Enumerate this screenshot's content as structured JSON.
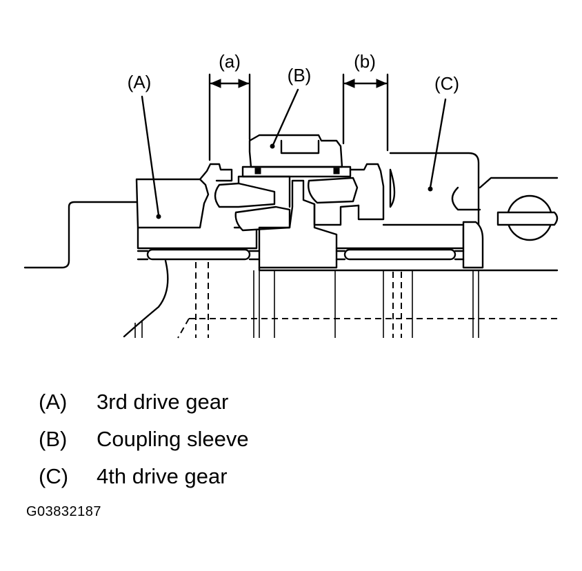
{
  "diagram": {
    "labels": {
      "a": "(a)",
      "b": "(b)",
      "A": "(A)",
      "B": "(B)",
      "C": "(C)"
    }
  },
  "legend": [
    {
      "key": "(A)",
      "text": "3rd drive gear"
    },
    {
      "key": "(B)",
      "text": "Coupling sleeve"
    },
    {
      "key": "(C)",
      "text": "4th drive gear"
    }
  ],
  "figure_code": "G03832187"
}
